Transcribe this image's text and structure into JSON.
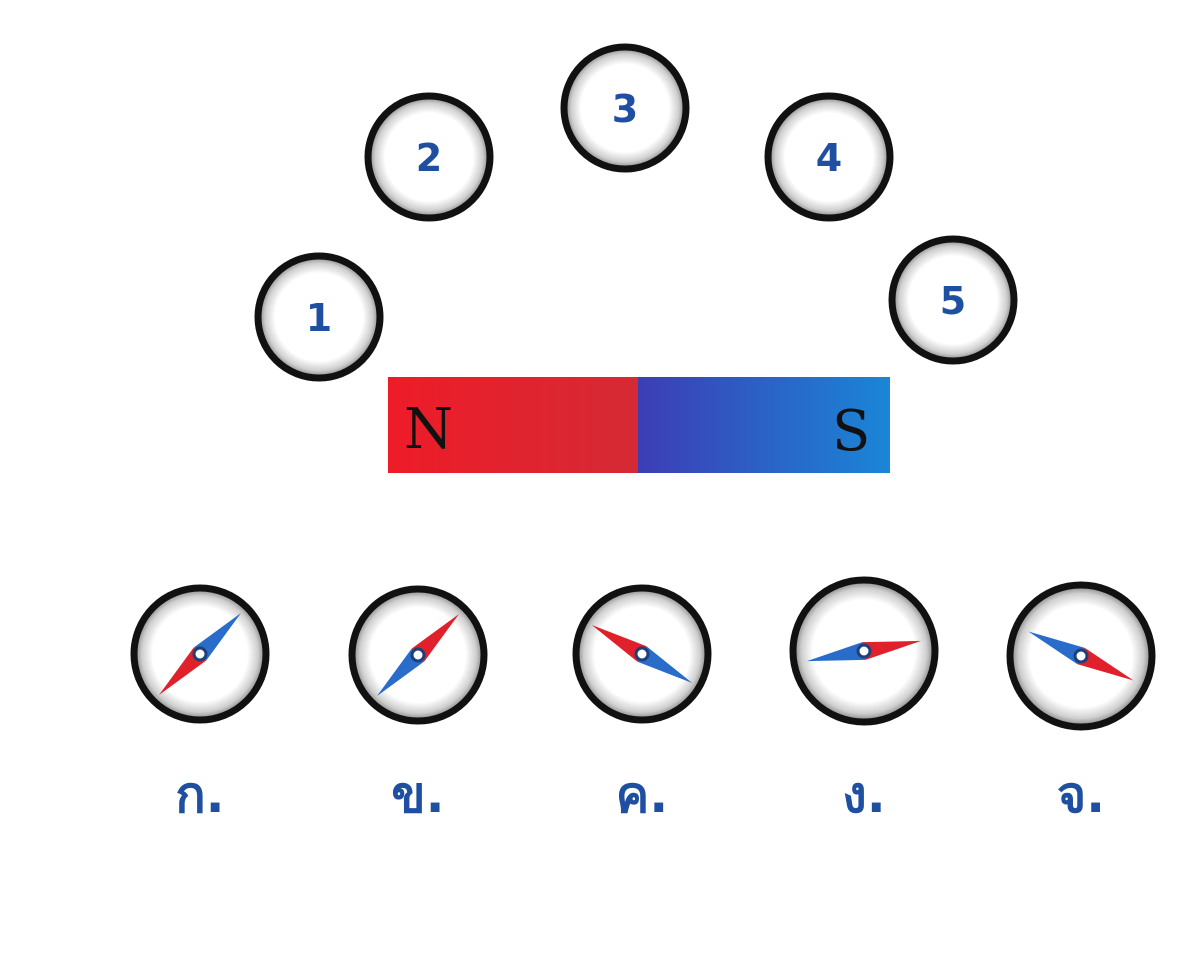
{
  "positions": [
    {
      "label": "1"
    },
    {
      "label": "2"
    },
    {
      "label": "3"
    },
    {
      "label": "4"
    },
    {
      "label": "5"
    }
  ],
  "magnet": {
    "north_label": "N",
    "south_label": "S",
    "north_color": "#e8202a",
    "south_color": "#1e7fd0"
  },
  "choices": [
    {
      "label": "ก.",
      "needle_north_deg": 135
    },
    {
      "label": "ข.",
      "needle_north_deg": 315
    },
    {
      "label": "ค.",
      "needle_north_deg": 210
    },
    {
      "label": "ง.",
      "needle_north_deg": 350
    },
    {
      "label": "จ.",
      "needle_north_deg": 25
    }
  ],
  "colors": {
    "needle_north": "#e0202a",
    "needle_south": "#2a6cc9",
    "label_blue": "#1f4fa0",
    "ring": "#111111"
  }
}
